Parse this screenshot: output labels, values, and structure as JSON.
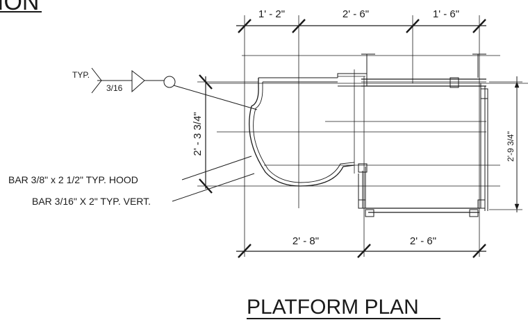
{
  "header": {
    "partial_title": "ION"
  },
  "dimensions": {
    "top": [
      "1' - 2\"",
      "2' - 6\"",
      "1' - 6\""
    ],
    "bottom": [
      "2' - 8\"",
      "2' - 6\""
    ],
    "left_vertical": "2' - 3 3/4\"",
    "right_vertical": "2'-9 3/4\""
  },
  "weld_symbol": {
    "note": "TYP.",
    "size": "3/16"
  },
  "callouts": {
    "hood": "BAR 3/8\" x  2 1/2\" TYP. HOOD",
    "vert": "BAR 3/16\" X 2\" TYP. VERT."
  },
  "title": "PLATFORM PLAN"
}
